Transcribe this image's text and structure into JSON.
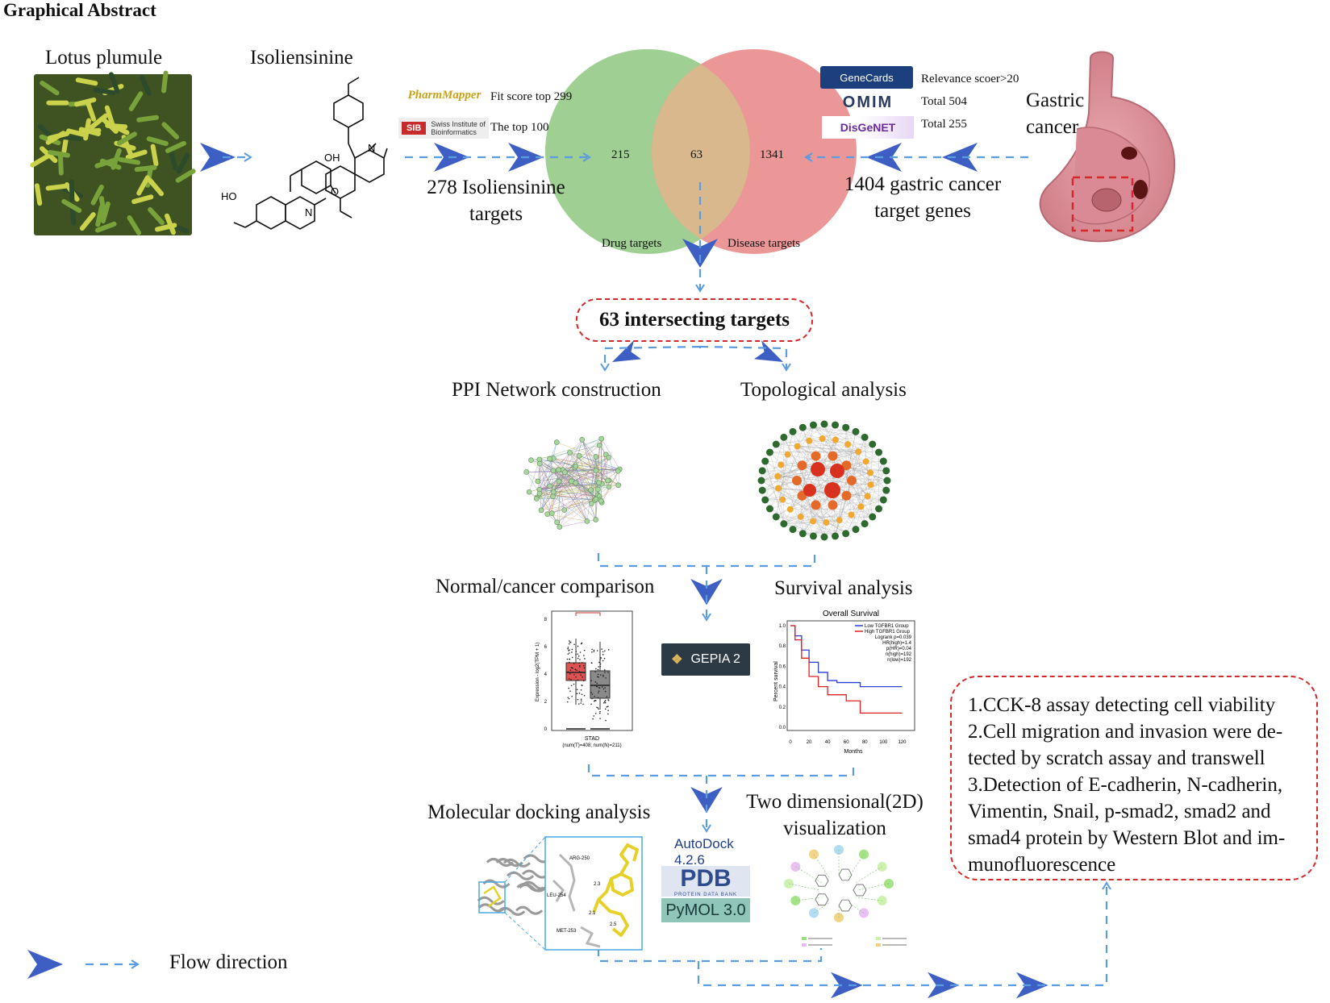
{
  "title": "Graphical Abstract",
  "top": {
    "lotus_label": "Lotus plumule",
    "compound_label": "Isoliensinine",
    "drug_db": {
      "pharmmapper_logo": "PharmMapper",
      "pharmmapper_note": "Fit score top 299",
      "sib_logo": "SIB",
      "sib_logo_text": "Swiss Institute of Bioinformatics",
      "sib_note": "The top 100",
      "targets_line1": "278 Isoliensinine",
      "targets_line2": "targets"
    },
    "venn": {
      "left_value": "215",
      "overlap_value": "63",
      "right_value": "1341",
      "left_label": "Drug targets",
      "right_label": "Disease targets",
      "left_color": "#8ec77f",
      "right_color": "#e98585"
    },
    "disease_db": {
      "genecards_logo": "GeneCards",
      "genecards_note": "Relevance scoer>20",
      "omim_logo": "OMIM",
      "omim_note": "Total 504",
      "disgenet_logo": "DisGeNET",
      "disgenet_note": "Total 255",
      "targets_line1": "1404 gastric cancer",
      "targets_line2": "target genes"
    },
    "disease_line1": "Gastric",
    "disease_line2": "cancer"
  },
  "intersect_label": "63 intersecting targets",
  "ppi_label": "PPI Network construction",
  "topo_label": "Topological analysis",
  "comparison_label": "Normal/cancer comparison",
  "survival_label": "Survival analysis",
  "boxplot": {
    "ylabel": "Expression - log2(TPM + 1)",
    "xlabel": "STAD",
    "xnote": "(num(T)=408; num(N)=211)",
    "yticks": [
      "0",
      "2",
      "4",
      "6",
      "8"
    ]
  },
  "gepia_logo": "GEPIA 2",
  "survival_plot": {
    "title": "Overall Survival",
    "legend": [
      "Low TGFBR1 Group",
      "High TGFBR1 Group"
    ],
    "stats": [
      "Logrank p=0.039",
      "HR(high)=1.4",
      "p(HR)=0.04",
      "n(high)=192",
      "n(low)=192"
    ],
    "ylabel": "Percent survival",
    "xlabel": "Months",
    "xticks": [
      "0",
      "20",
      "40",
      "60",
      "80",
      "100",
      "120"
    ],
    "yticks": [
      "0.0",
      "0.2",
      "0.4",
      "0.6",
      "0.8",
      "1.0"
    ],
    "low_color": "#2a3fd8",
    "high_color": "#e02222"
  },
  "docking_label": "Molecular docking analysis",
  "vis_line1": "Two dimensional(2D)",
  "vis_line2": "visualization",
  "docking_residues": [
    "ARG-250",
    "LEU-254",
    "MET-253",
    "2.3",
    "2.1",
    "2.5"
  ],
  "tools": {
    "autodock": "AutoDock 4.2.6",
    "pdb": "PDB",
    "pdb_sub": "PROTEIN DATA BANK",
    "pymol": "PyMOL 3.0"
  },
  "assays": [
    "1.CCK-8 assay detecting cell viability",
    "2.Cell migration and invasion were de-",
    "tected by scratch assay and transwell",
    "3.Detection of E-cadherin, N-cadherin,",
    "Vimentin, Snail, p-smad2, smad2 and",
    "smad4 protein by Western Blot and im-",
    "munofluorescence"
  ],
  "legend_label": "Flow direction",
  "colors": {
    "arrow": "#3d5fc4",
    "dash": "#5b9be0",
    "red_box": "#d22a2a"
  }
}
